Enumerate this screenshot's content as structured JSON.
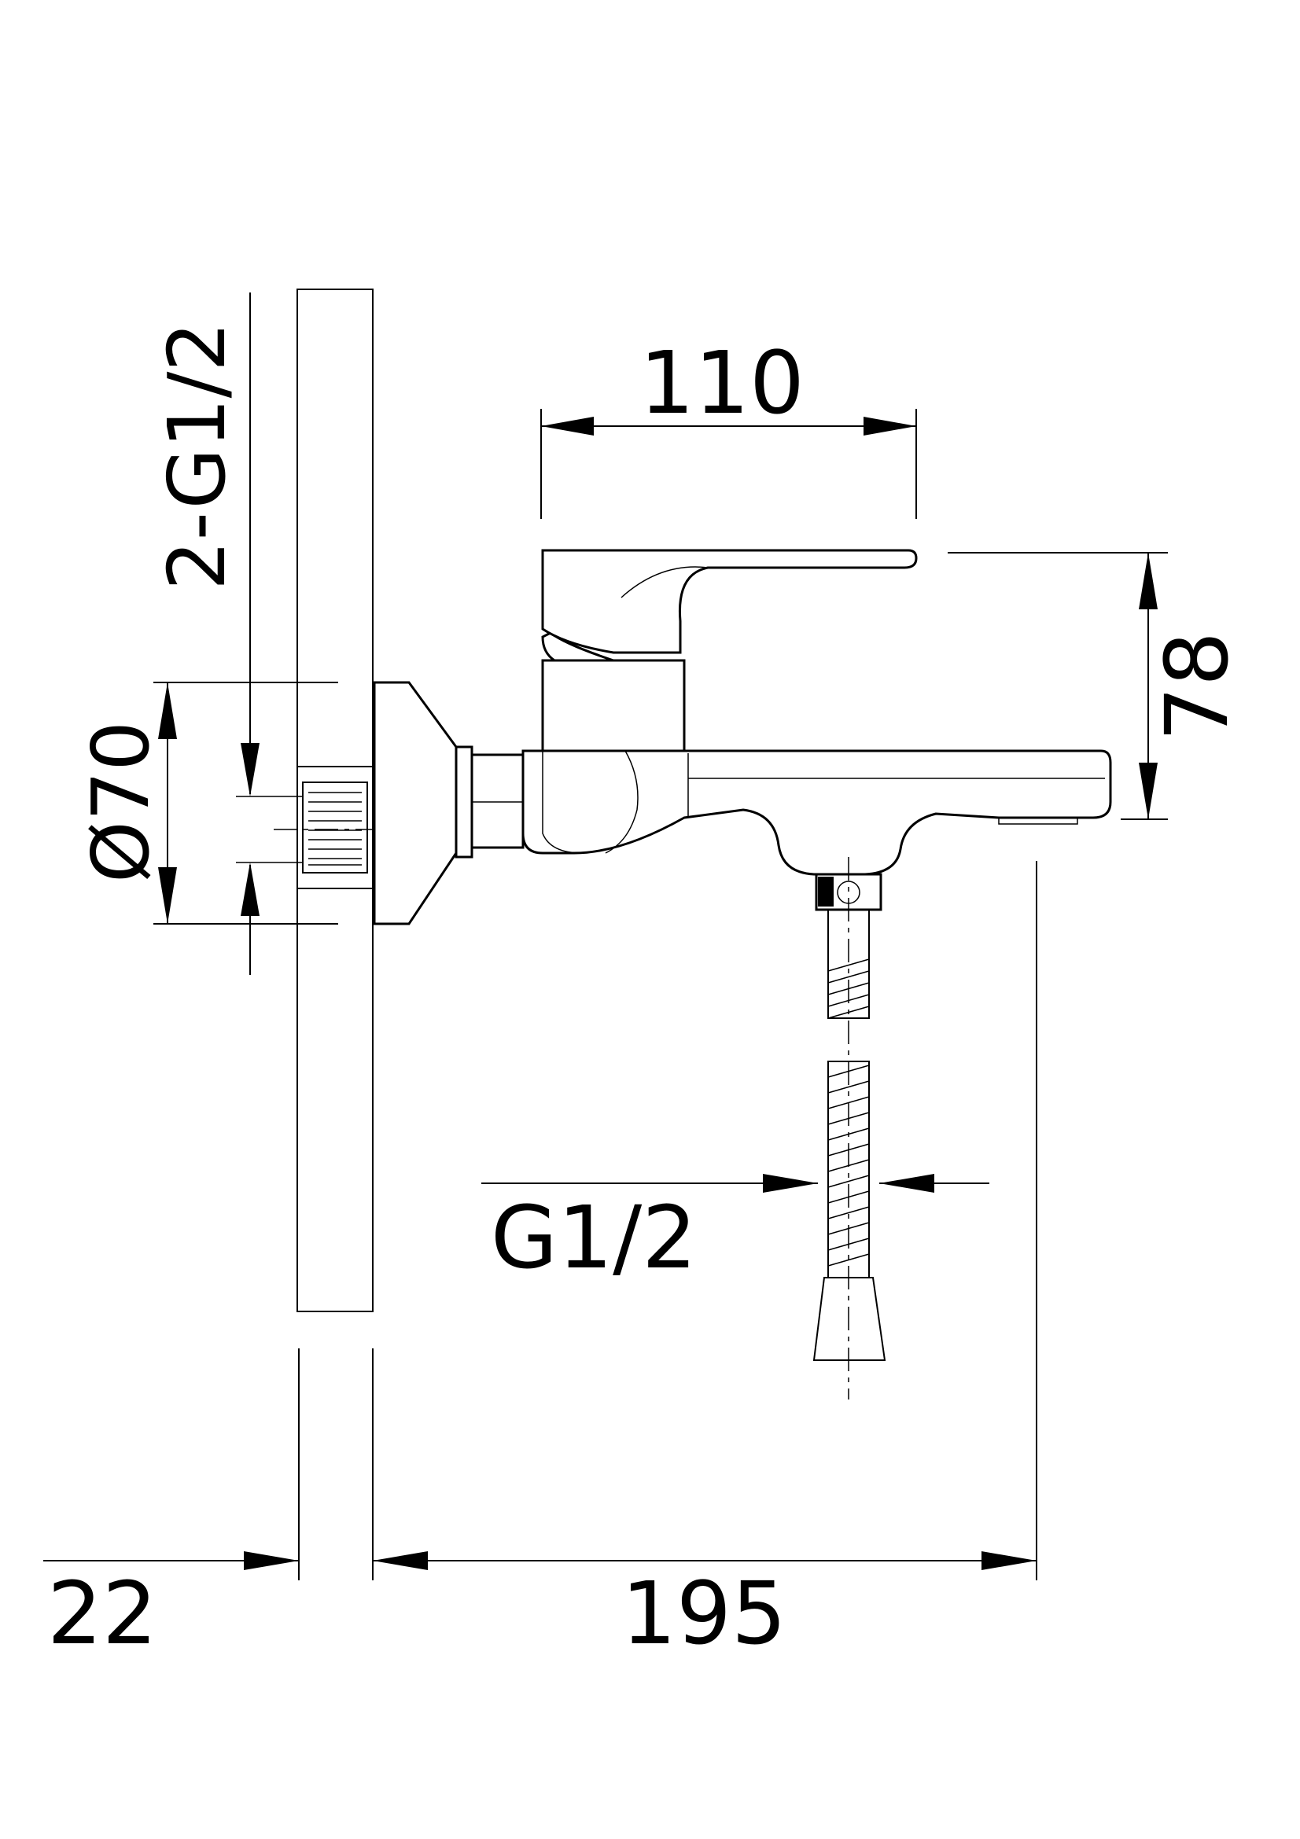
{
  "dimensions": {
    "spout_width": "110",
    "height": "78",
    "inlet_thread": "2-G1/2",
    "flange_diameter": "Ø70",
    "outlet_thread": "G1/2",
    "wall_offset": "22",
    "projection": "195"
  }
}
